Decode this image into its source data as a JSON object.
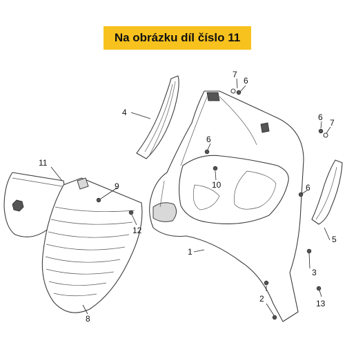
{
  "header": {
    "title": "Na obrázku díl číslo 11"
  },
  "callouts": [
    {
      "id": "c1",
      "label": "1"
    },
    {
      "id": "c2",
      "label": "2"
    },
    {
      "id": "c3",
      "label": "3"
    },
    {
      "id": "c4",
      "label": "4"
    },
    {
      "id": "c5",
      "label": "5"
    },
    {
      "id": "c6a",
      "label": "6"
    },
    {
      "id": "c6b",
      "label": "6"
    },
    {
      "id": "c6c",
      "label": "6"
    },
    {
      "id": "c6d",
      "label": "6"
    },
    {
      "id": "c7a",
      "label": "7"
    },
    {
      "id": "c7b",
      "label": "7"
    },
    {
      "id": "c8",
      "label": "8"
    },
    {
      "id": "c9",
      "label": "9"
    },
    {
      "id": "c10",
      "label": "10"
    },
    {
      "id": "c11",
      "label": "11"
    },
    {
      "id": "c12",
      "label": "12"
    },
    {
      "id": "c13",
      "label": "13"
    }
  ],
  "colors": {
    "banner": "#f7c21e",
    "lines": "#3a3a3a",
    "shading": "#d9d9d9"
  }
}
